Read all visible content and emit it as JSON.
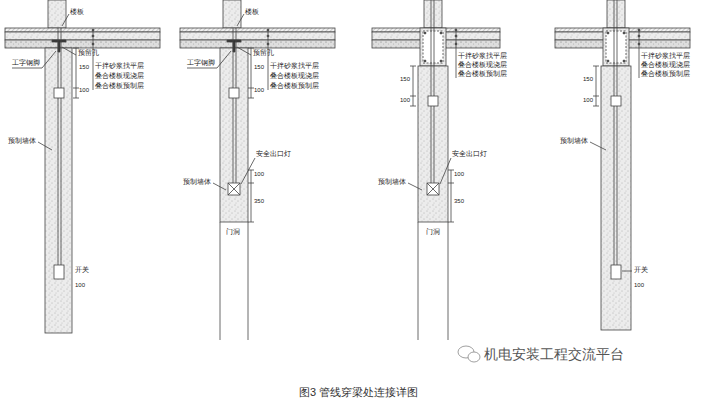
{
  "diagram": {
    "caption": "图3 管线穿梁处连接详图",
    "labels": [
      "楼板",
      "工字钢脚",
      "预留孔",
      "干拌砂浆找平层",
      "叠合楼板现浇层",
      "叠合楼板预制层",
      "150",
      "100",
      "预制墙体",
      "开关",
      "100",
      "楼板",
      "工字钢脚",
      "预留孔",
      "干拌砂浆找平层",
      "叠合楼板现浇层",
      "叠合楼板预制层",
      "150",
      "100",
      "安全出口灯",
      "100",
      "350",
      "预制墙体",
      "门洞",
      "干拌砂浆找平层",
      "叠合楼板现浇层",
      "叠合楼板预制层",
      "150",
      "100",
      "安全出口灯",
      "100",
      "350",
      "预制墙体",
      "门洞",
      "干拌砂浆找平层",
      "叠合楼板现浇层",
      "叠合楼板预制层",
      "150",
      "100",
      "预制墙体",
      "开关",
      "100",
      "机电安装工程交流平台"
    ]
  }
}
